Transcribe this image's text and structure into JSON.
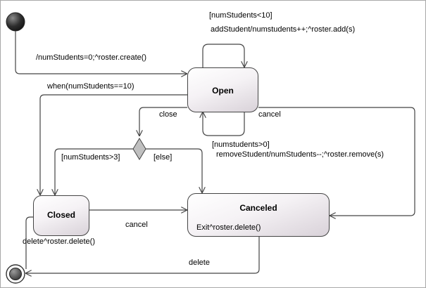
{
  "states": {
    "open": "Open",
    "closed": "Closed",
    "canceled": "Canceled",
    "canceled_action": "Exit^roster.delete()"
  },
  "transitions": {
    "initial": "/numStudents=0;^roster.create()",
    "add_guard": "[numStudents<10]",
    "add_action": "addStudent/numstudents++;^roster.add(s)",
    "when_full": "when(numStudents==10)",
    "close": "close",
    "cancel_open": "cancel",
    "remove_guard": "[numstudents>0]",
    "remove_action": "removeStudent/numStudents--;^roster.remove(s)",
    "guard_gt3": "[numStudents>3]",
    "guard_else": "[else]",
    "cancel_closed": "cancel",
    "delete_closed": "delete^roster.delete()",
    "delete_canceled": "delete"
  },
  "colors": {
    "line": "#444444",
    "pseudo_fill": "#333333",
    "decision_fill": "#bdbdbd"
  }
}
